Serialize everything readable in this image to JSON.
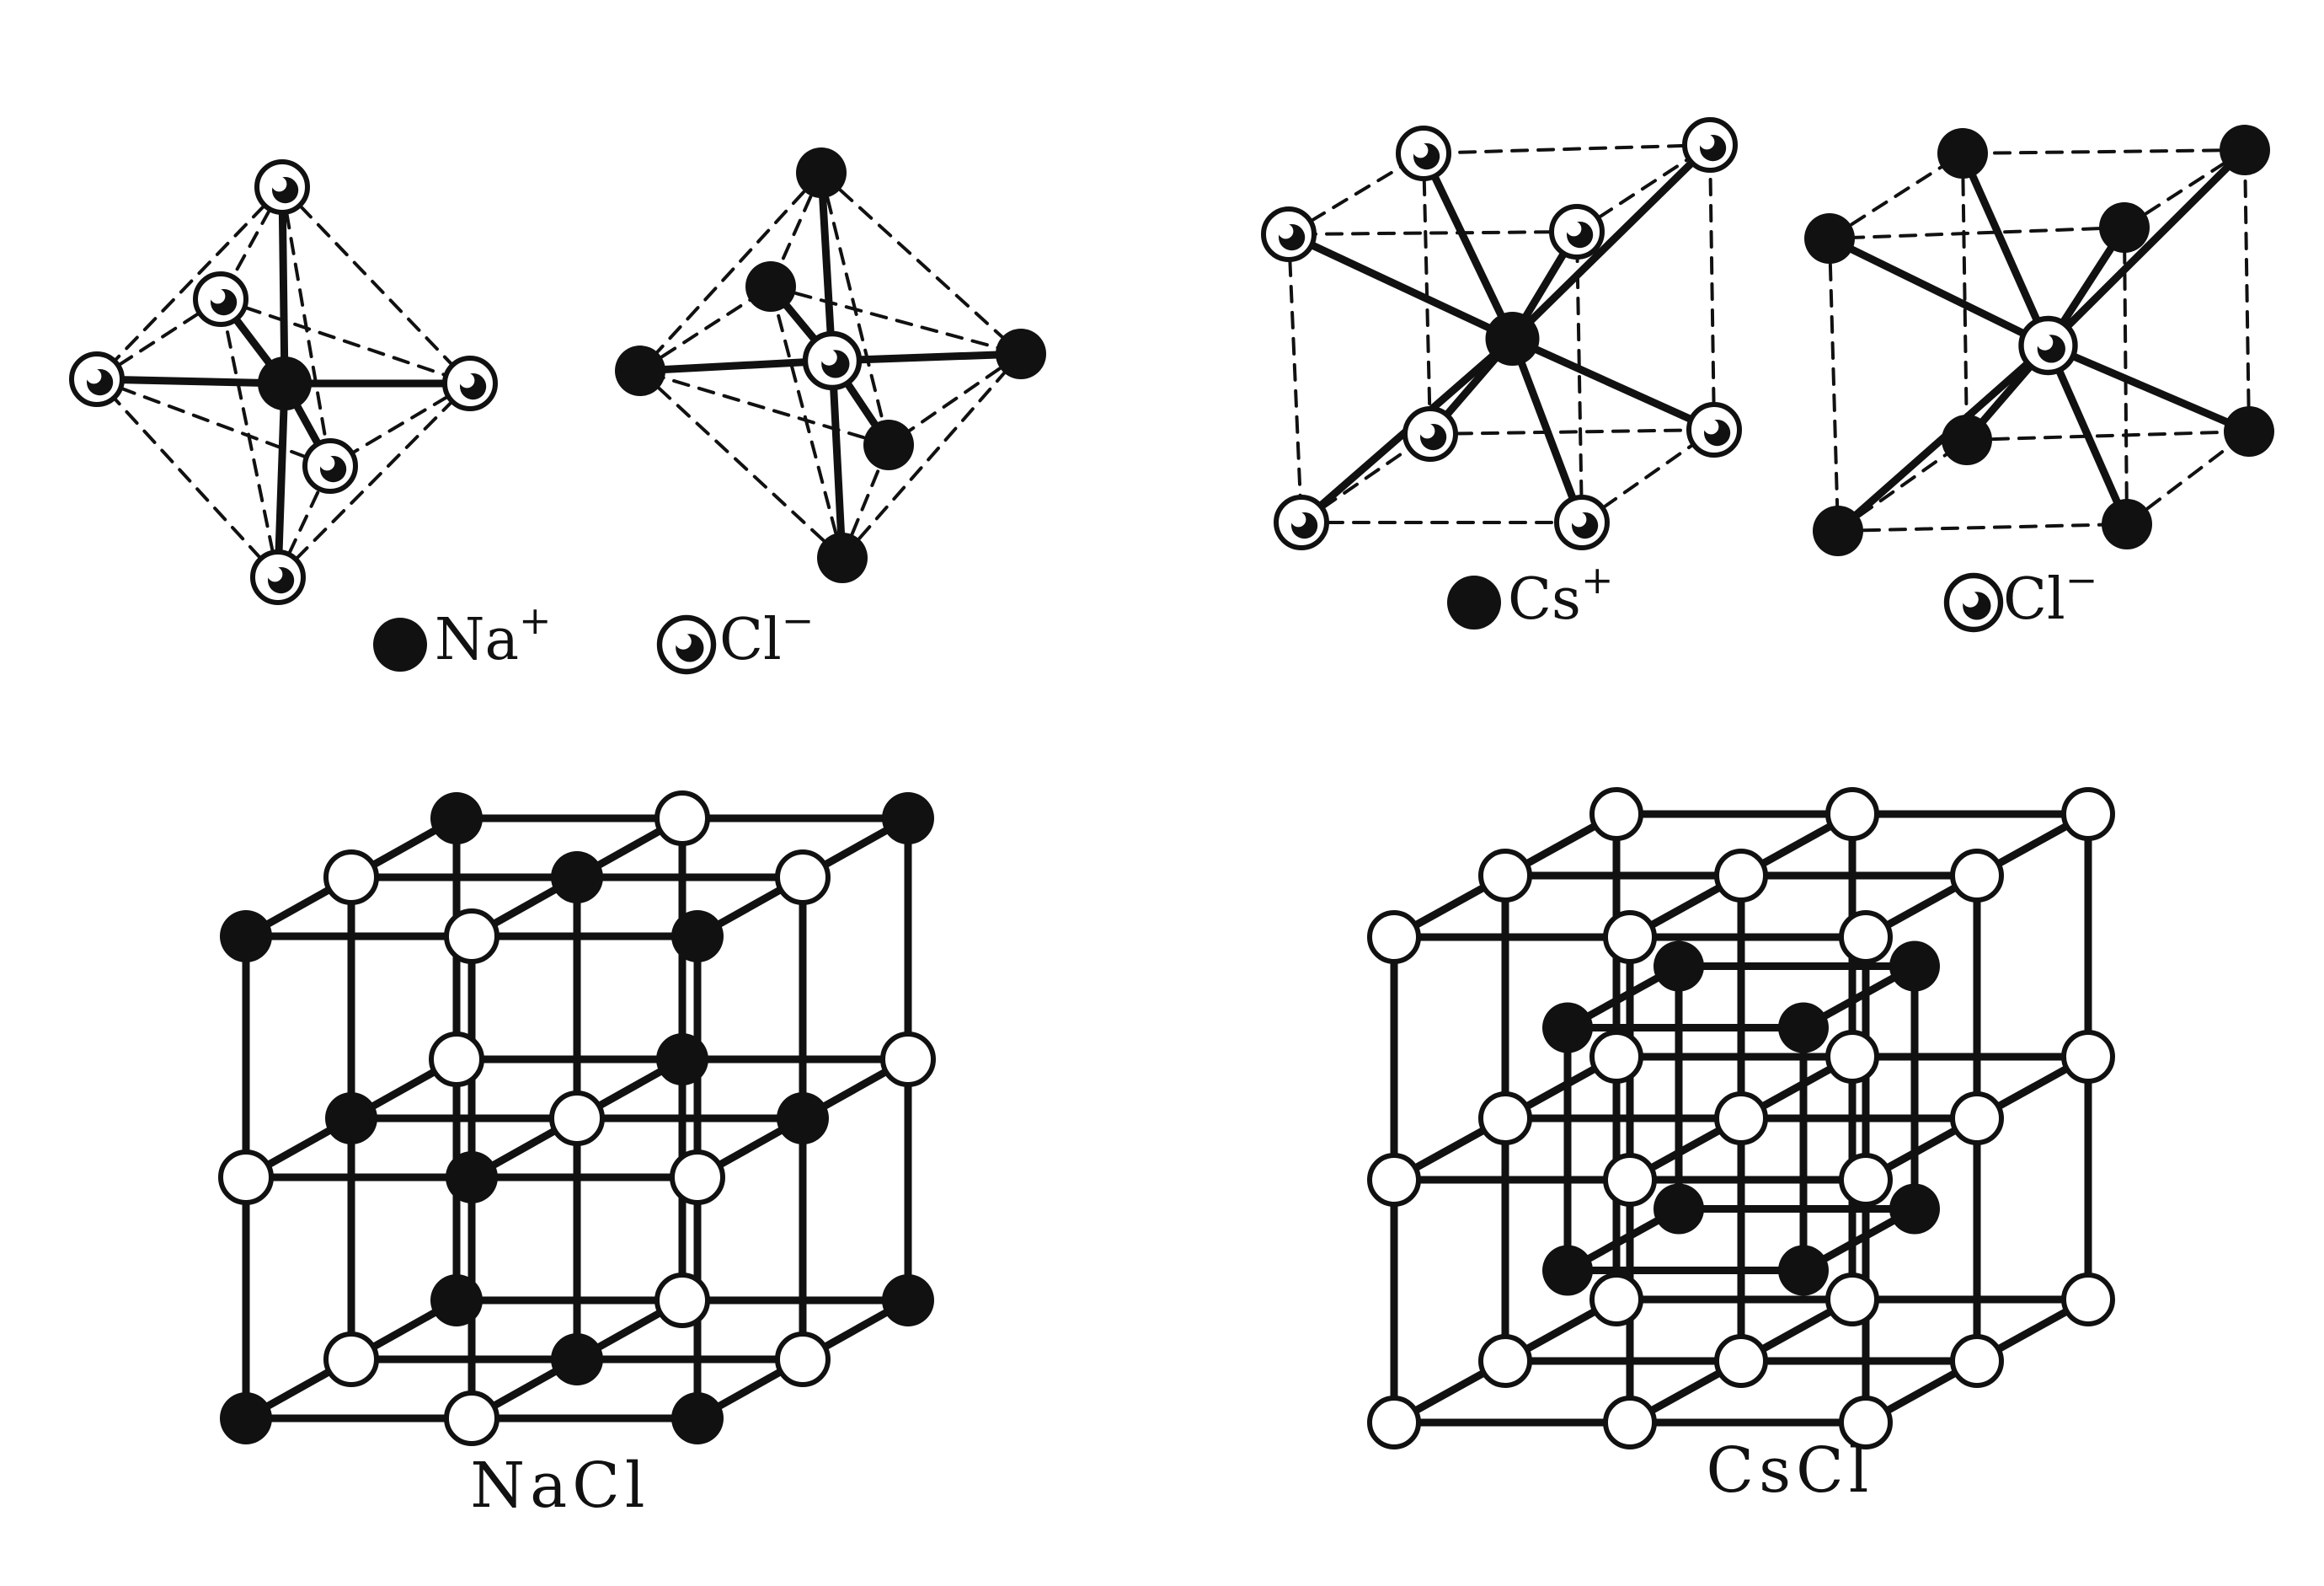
{
  "nacl": {
    "caption": "NaCl",
    "legend": {
      "cation": {
        "symbol": "Na",
        "charge": "+"
      },
      "anion": {
        "symbol": "Cl",
        "charge": "−"
      }
    }
  },
  "cscl": {
    "caption": "CsCl",
    "legend": {
      "cation": {
        "symbol": "Cs",
        "charge": "+"
      },
      "anion": {
        "symbol": "Cl",
        "charge": "−"
      }
    }
  },
  "colors": {
    "ink": "#111111",
    "paper": "#ffffff"
  }
}
